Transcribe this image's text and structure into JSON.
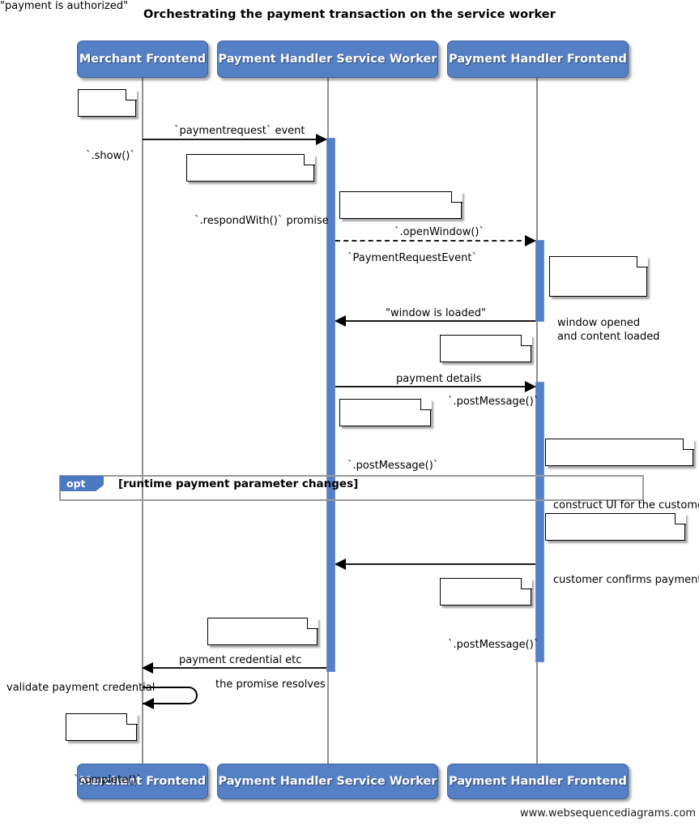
{
  "title": "Orchestrating the payment transaction on the service worker",
  "footer": {
    "credit": "www.websequencediagrams.com"
  },
  "colors": {
    "actor_fill": "#5580c5",
    "actor_text": "#ffffff",
    "activation_fill": "#5580c5",
    "lifeline": "#909090",
    "note_fill": "#ffffff",
    "note_border": "#000000",
    "fragment_tab": "#4a78c2",
    "fragment_border": "#9a9a9a",
    "message_line": "#1a1a1a"
  },
  "actors": [
    {
      "id": "merchant",
      "label": "Merchant Frontend"
    },
    {
      "id": "sw",
      "label": "Payment Handler Service Worker"
    },
    {
      "id": "ph_frontend",
      "label": "Payment Handler Frontend"
    }
  ],
  "actors_bottom": [
    {
      "id": "merchant",
      "label": "Merchant Frontend"
    },
    {
      "id": "sw",
      "label": "Payment Handler Service Worker"
    },
    {
      "id": "ph_frontend",
      "label": "Payment Handler Frontend"
    }
  ],
  "messages": [
    {
      "id": "m1",
      "label": "`paymentrequest` event",
      "from": "merchant",
      "to": "sw",
      "style": "solid",
      "direction": "right"
    },
    {
      "id": "m2",
      "label": "`.openWindow()`",
      "from": "sw",
      "to": "ph_frontend",
      "style": "dashed",
      "direction": "right"
    },
    {
      "id": "m3",
      "label": "\"window is loaded\"",
      "from": "ph_frontend",
      "to": "sw",
      "style": "solid",
      "direction": "left"
    },
    {
      "id": "m4",
      "label": "payment details",
      "from": "sw",
      "to": "ph_frontend",
      "style": "solid",
      "direction": "right"
    },
    {
      "id": "m5",
      "label": "\"payment is authorized\"",
      "from": "ph_frontend",
      "to": "sw",
      "style": "solid",
      "direction": "left"
    },
    {
      "id": "m6",
      "label": "payment credential etc",
      "from": "sw",
      "to": "merchant",
      "style": "solid",
      "direction": "left"
    },
    {
      "id": "m7",
      "label": "validate payment credential",
      "from": "merchant",
      "to": "merchant",
      "style": "self",
      "direction": "left"
    }
  ],
  "notes": [
    {
      "id": "n1",
      "text": "`.show()`"
    },
    {
      "id": "n2",
      "text": "`.respondWith()` promise"
    },
    {
      "id": "n3",
      "text": "`PaymentRequestEvent`"
    },
    {
      "id": "n4",
      "text": "window opened\nand content loaded"
    },
    {
      "id": "n5",
      "text": "`.postMessage()`"
    },
    {
      "id": "n6",
      "text": "`.postMessage()`"
    },
    {
      "id": "n7",
      "text": "construct UI for the customer"
    },
    {
      "id": "n8",
      "text": "customer confirms payment"
    },
    {
      "id": "n9",
      "text": "`.postMessage()`"
    },
    {
      "id": "n10",
      "text": "the promise resolves"
    },
    {
      "id": "n11",
      "text": "`complete()`"
    }
  ],
  "fragment": {
    "keyword": "opt",
    "condition": "[runtime payment parameter changes]"
  }
}
